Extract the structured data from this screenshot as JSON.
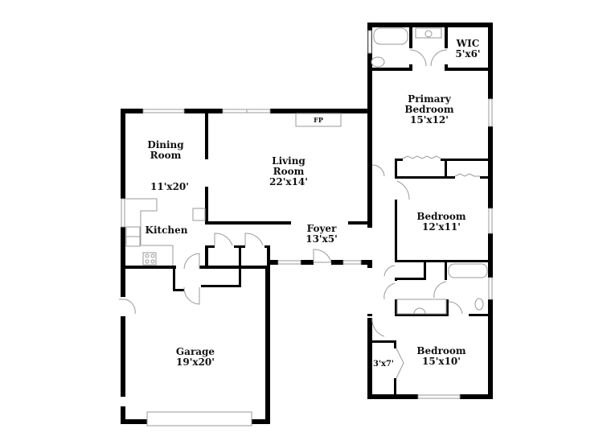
{
  "floor_plan": {
    "rooms": [
      {
        "id": "wic",
        "name": "WIC",
        "dims": "5'x6'"
      },
      {
        "id": "primary-bedroom",
        "name_line1": "Primary",
        "name_line2": "Bedroom",
        "dims": "15'x12'"
      },
      {
        "id": "dining-room",
        "name_line1": "Dining",
        "name_line2": "Room",
        "dims": "11'x20'"
      },
      {
        "id": "living-room",
        "name_line1": "Living",
        "name_line2": "Room",
        "dims": "22'x14'"
      },
      {
        "id": "kitchen",
        "name": "Kitchen"
      },
      {
        "id": "foyer",
        "name": "Foyer",
        "dims": "13'x5'"
      },
      {
        "id": "bedroom-2",
        "name": "Bedroom",
        "dims": "12'x11'"
      },
      {
        "id": "bedroom-3",
        "name": "Bedroom",
        "dims": "15'x10'"
      },
      {
        "id": "closet",
        "dims": "3'x7'"
      },
      {
        "id": "garage",
        "name": "Garage",
        "dims": "19'x20'"
      }
    ],
    "fixtures": {
      "fireplace_label": "FP"
    },
    "colors": {
      "wall": "#000000",
      "fixture_line": "#9a9a9a",
      "background": "#ffffff"
    }
  }
}
